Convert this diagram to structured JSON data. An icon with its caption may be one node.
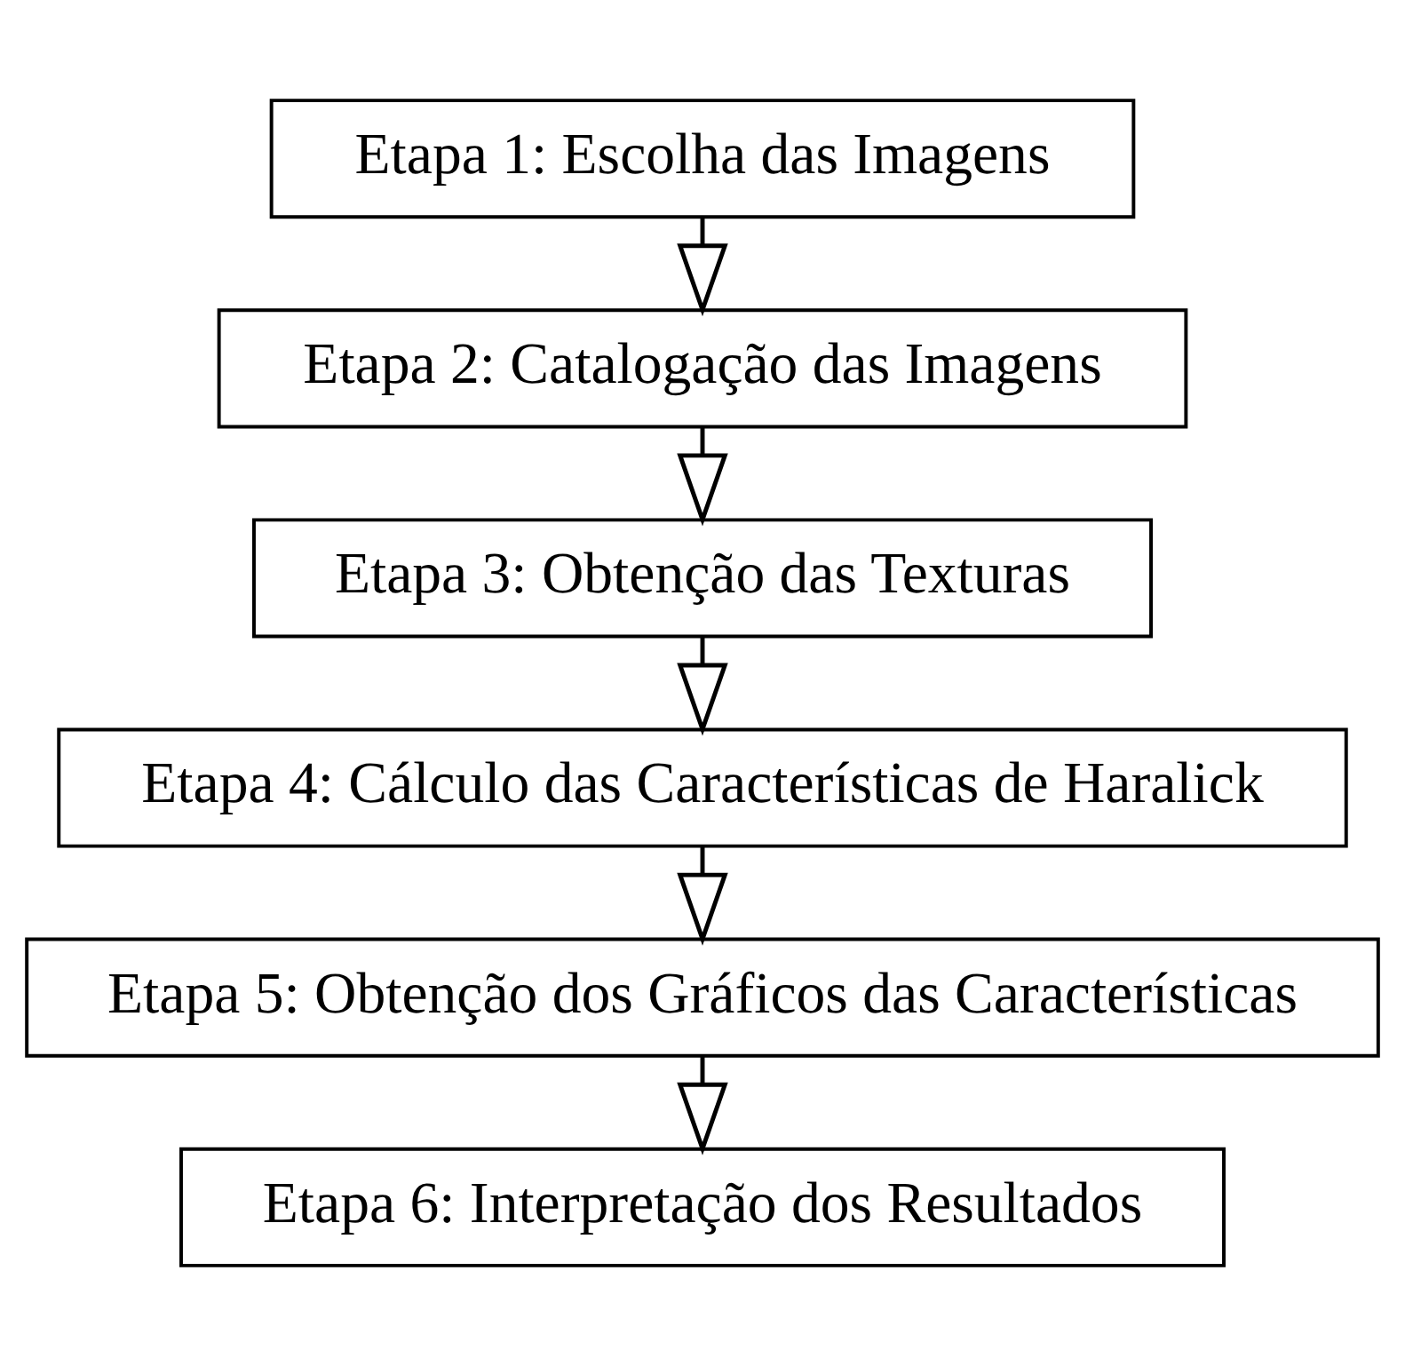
{
  "diagram": {
    "nodes": [
      {
        "text": [
          "Etapa 1: Escolha das Imagens"
        ]
      },
      {
        "text": [
          "Etapa 2: Catalogação das Imagens"
        ]
      },
      {
        "text": [
          "Etapa 3: Obtenção das Texturas"
        ]
      },
      {
        "text": [
          "Etapa 4: Cálculo das Características de Haralick"
        ]
      },
      {
        "text": [
          "Etapa 5: Obtenção dos Gráficos das Características"
        ]
      },
      {
        "text": [
          "Etapa 6: Interpretação dos Resultados"
        ]
      }
    ],
    "edges": [
      {
        "from": 0,
        "to": 1,
        "arrow": "to"
      },
      {
        "from": 1,
        "to": 2,
        "arrow": "to"
      },
      {
        "from": 2,
        "to": 3,
        "arrow": "to"
      },
      {
        "from": 3,
        "to": 4,
        "arrow": "to"
      },
      {
        "from": 4,
        "to": 5,
        "arrow": "to"
      }
    ]
  }
}
